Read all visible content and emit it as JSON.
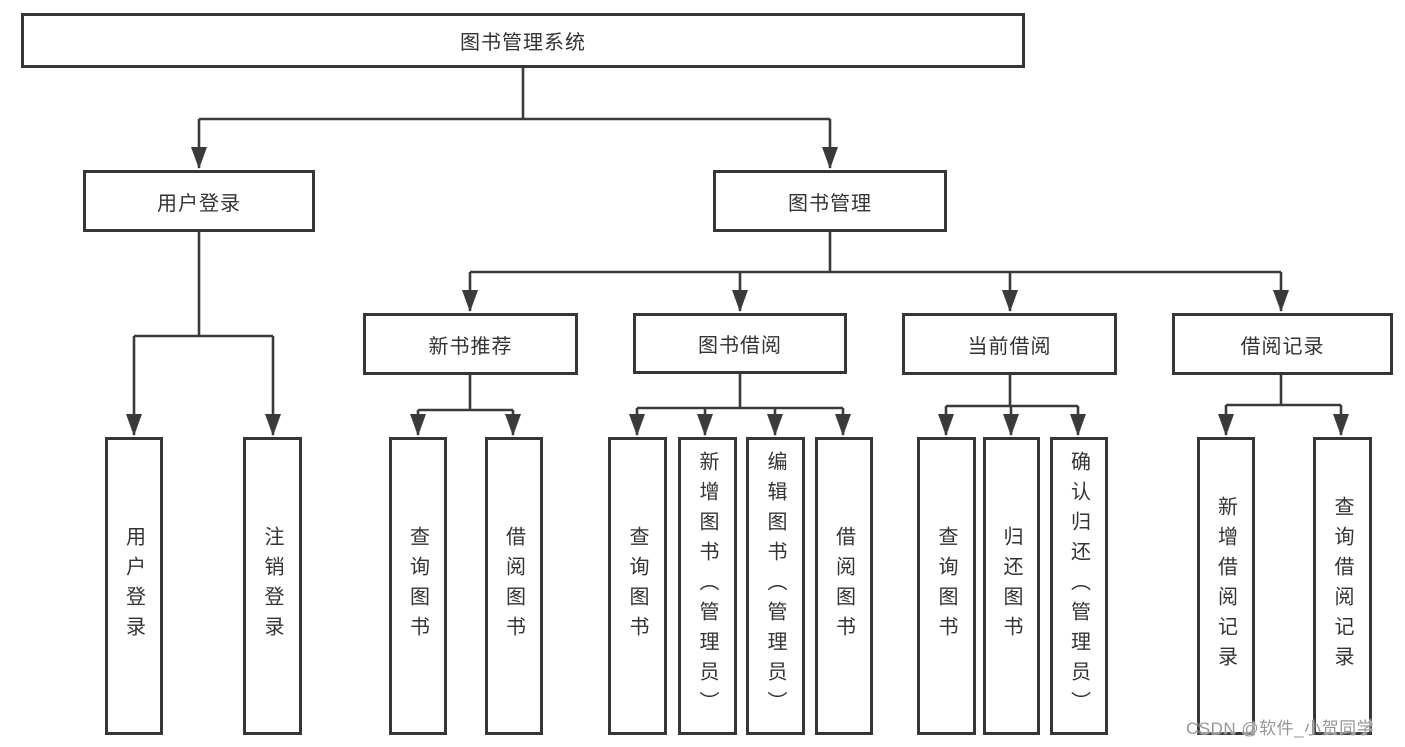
{
  "nodes": {
    "root": "图书管理系统",
    "user_login": "用户登录",
    "book_management": "图书管理",
    "new_book_recommend": "新书推荐",
    "book_borrowing": "图书借阅",
    "current_borrowing": "当前借阅",
    "borrowing_records": "借阅记录",
    "leaf_user_login": "用户登录",
    "leaf_logout": "注销登录",
    "leaf_query_book_a": "查询图书",
    "leaf_borrow_book_a": "借阅图书",
    "leaf_query_book_b": "查询图书",
    "leaf_add_book_admin": "新增图书（管理员）",
    "leaf_edit_book_admin": "编辑图书（管理员）",
    "leaf_borrow_book_b": "借阅图书",
    "leaf_query_book_c": "查询图书",
    "leaf_return_book": "归还图书",
    "leaf_confirm_return_admin": "确认归还（管理员）",
    "leaf_add_borrow_record": "新增借阅记录",
    "leaf_query_borrow_record": "查询借阅记录"
  },
  "watermark": "CSDN @软件_小贺同学",
  "colors": {
    "line": "#3a3a3a",
    "box_border": "#363636",
    "text": "#333333",
    "watermark": "#979797",
    "background": "#ffffff"
  }
}
